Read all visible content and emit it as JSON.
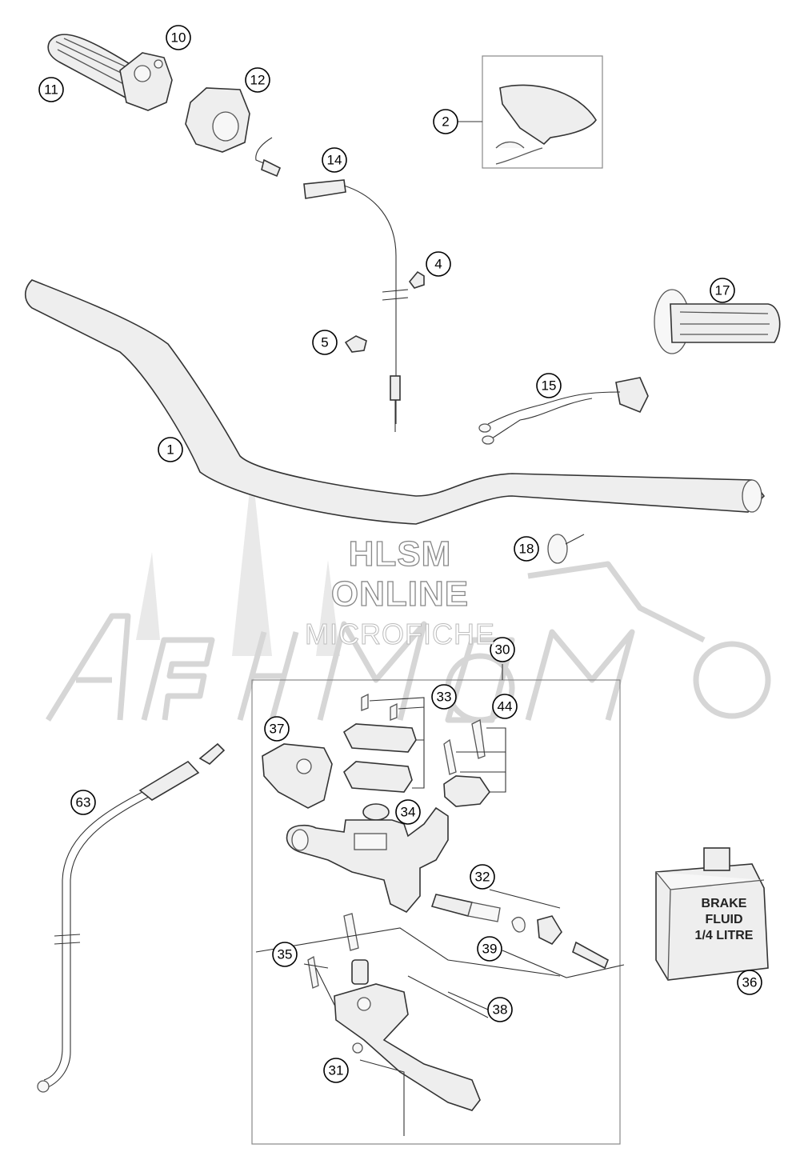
{
  "watermark": {
    "line1": "HLSM",
    "line2": "ONLINE",
    "line3": "MICROFICHE",
    "logo_text": "АвтоМото"
  },
  "brake_fluid_label": [
    "BRAKE",
    "FLUID",
    "1/4 LITRE"
  ],
  "callouts": [
    "1",
    "2",
    "4",
    "5",
    "10",
    "11",
    "12",
    "14",
    "15",
    "17",
    "18",
    "30",
    "31",
    "32",
    "33",
    "34",
    "35",
    "36",
    "37",
    "38",
    "39",
    "44",
    "63"
  ],
  "colors": {
    "line": "#333333",
    "part_fill": "#eeeeee",
    "watermark": "#d6d6d6"
  }
}
